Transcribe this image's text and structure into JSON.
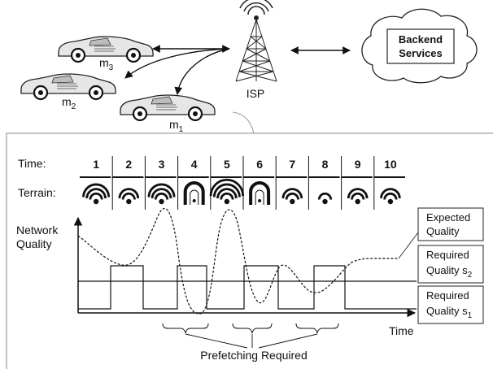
{
  "top": {
    "isp_label": "ISP",
    "backend_label_line1": "Backend",
    "backend_label_line2": "Services",
    "cars": [
      {
        "label": "m",
        "sub": "3"
      },
      {
        "label": "m",
        "sub": "2"
      },
      {
        "label": "m",
        "sub": "1"
      }
    ]
  },
  "timeline": {
    "time_label": "Time:",
    "terrain_label": "Terrain:",
    "slots": [
      {
        "time": "1",
        "terrain": "wifi-strong-icon"
      },
      {
        "time": "2",
        "terrain": "wifi-medium-icon"
      },
      {
        "time": "3",
        "terrain": "wifi-strong-icon"
      },
      {
        "time": "4",
        "terrain": "tunnel-icon"
      },
      {
        "time": "5",
        "terrain": "wifi-very-strong-icon"
      },
      {
        "time": "6",
        "terrain": "tunnel-icon"
      },
      {
        "time": "7",
        "terrain": "wifi-medium-icon"
      },
      {
        "time": "8",
        "terrain": "wifi-weak-icon"
      },
      {
        "time": "9",
        "terrain": "wifi-medium-icon"
      },
      {
        "time": "10",
        "terrain": "wifi-medium-icon"
      }
    ]
  },
  "chart": {
    "ylabel_line1": "Network",
    "ylabel_line2": "Quality",
    "xlabel": "Time",
    "legend": {
      "expected_line1": "Expected",
      "expected_line2": "Quality",
      "s2_line1": "Required",
      "s2_line2": "Quality s",
      "s2_sub": "2",
      "s1_line1": "Required",
      "s1_line2": "Quality s",
      "s1_sub": "1"
    },
    "annotation": "Prefetching Required"
  }
}
